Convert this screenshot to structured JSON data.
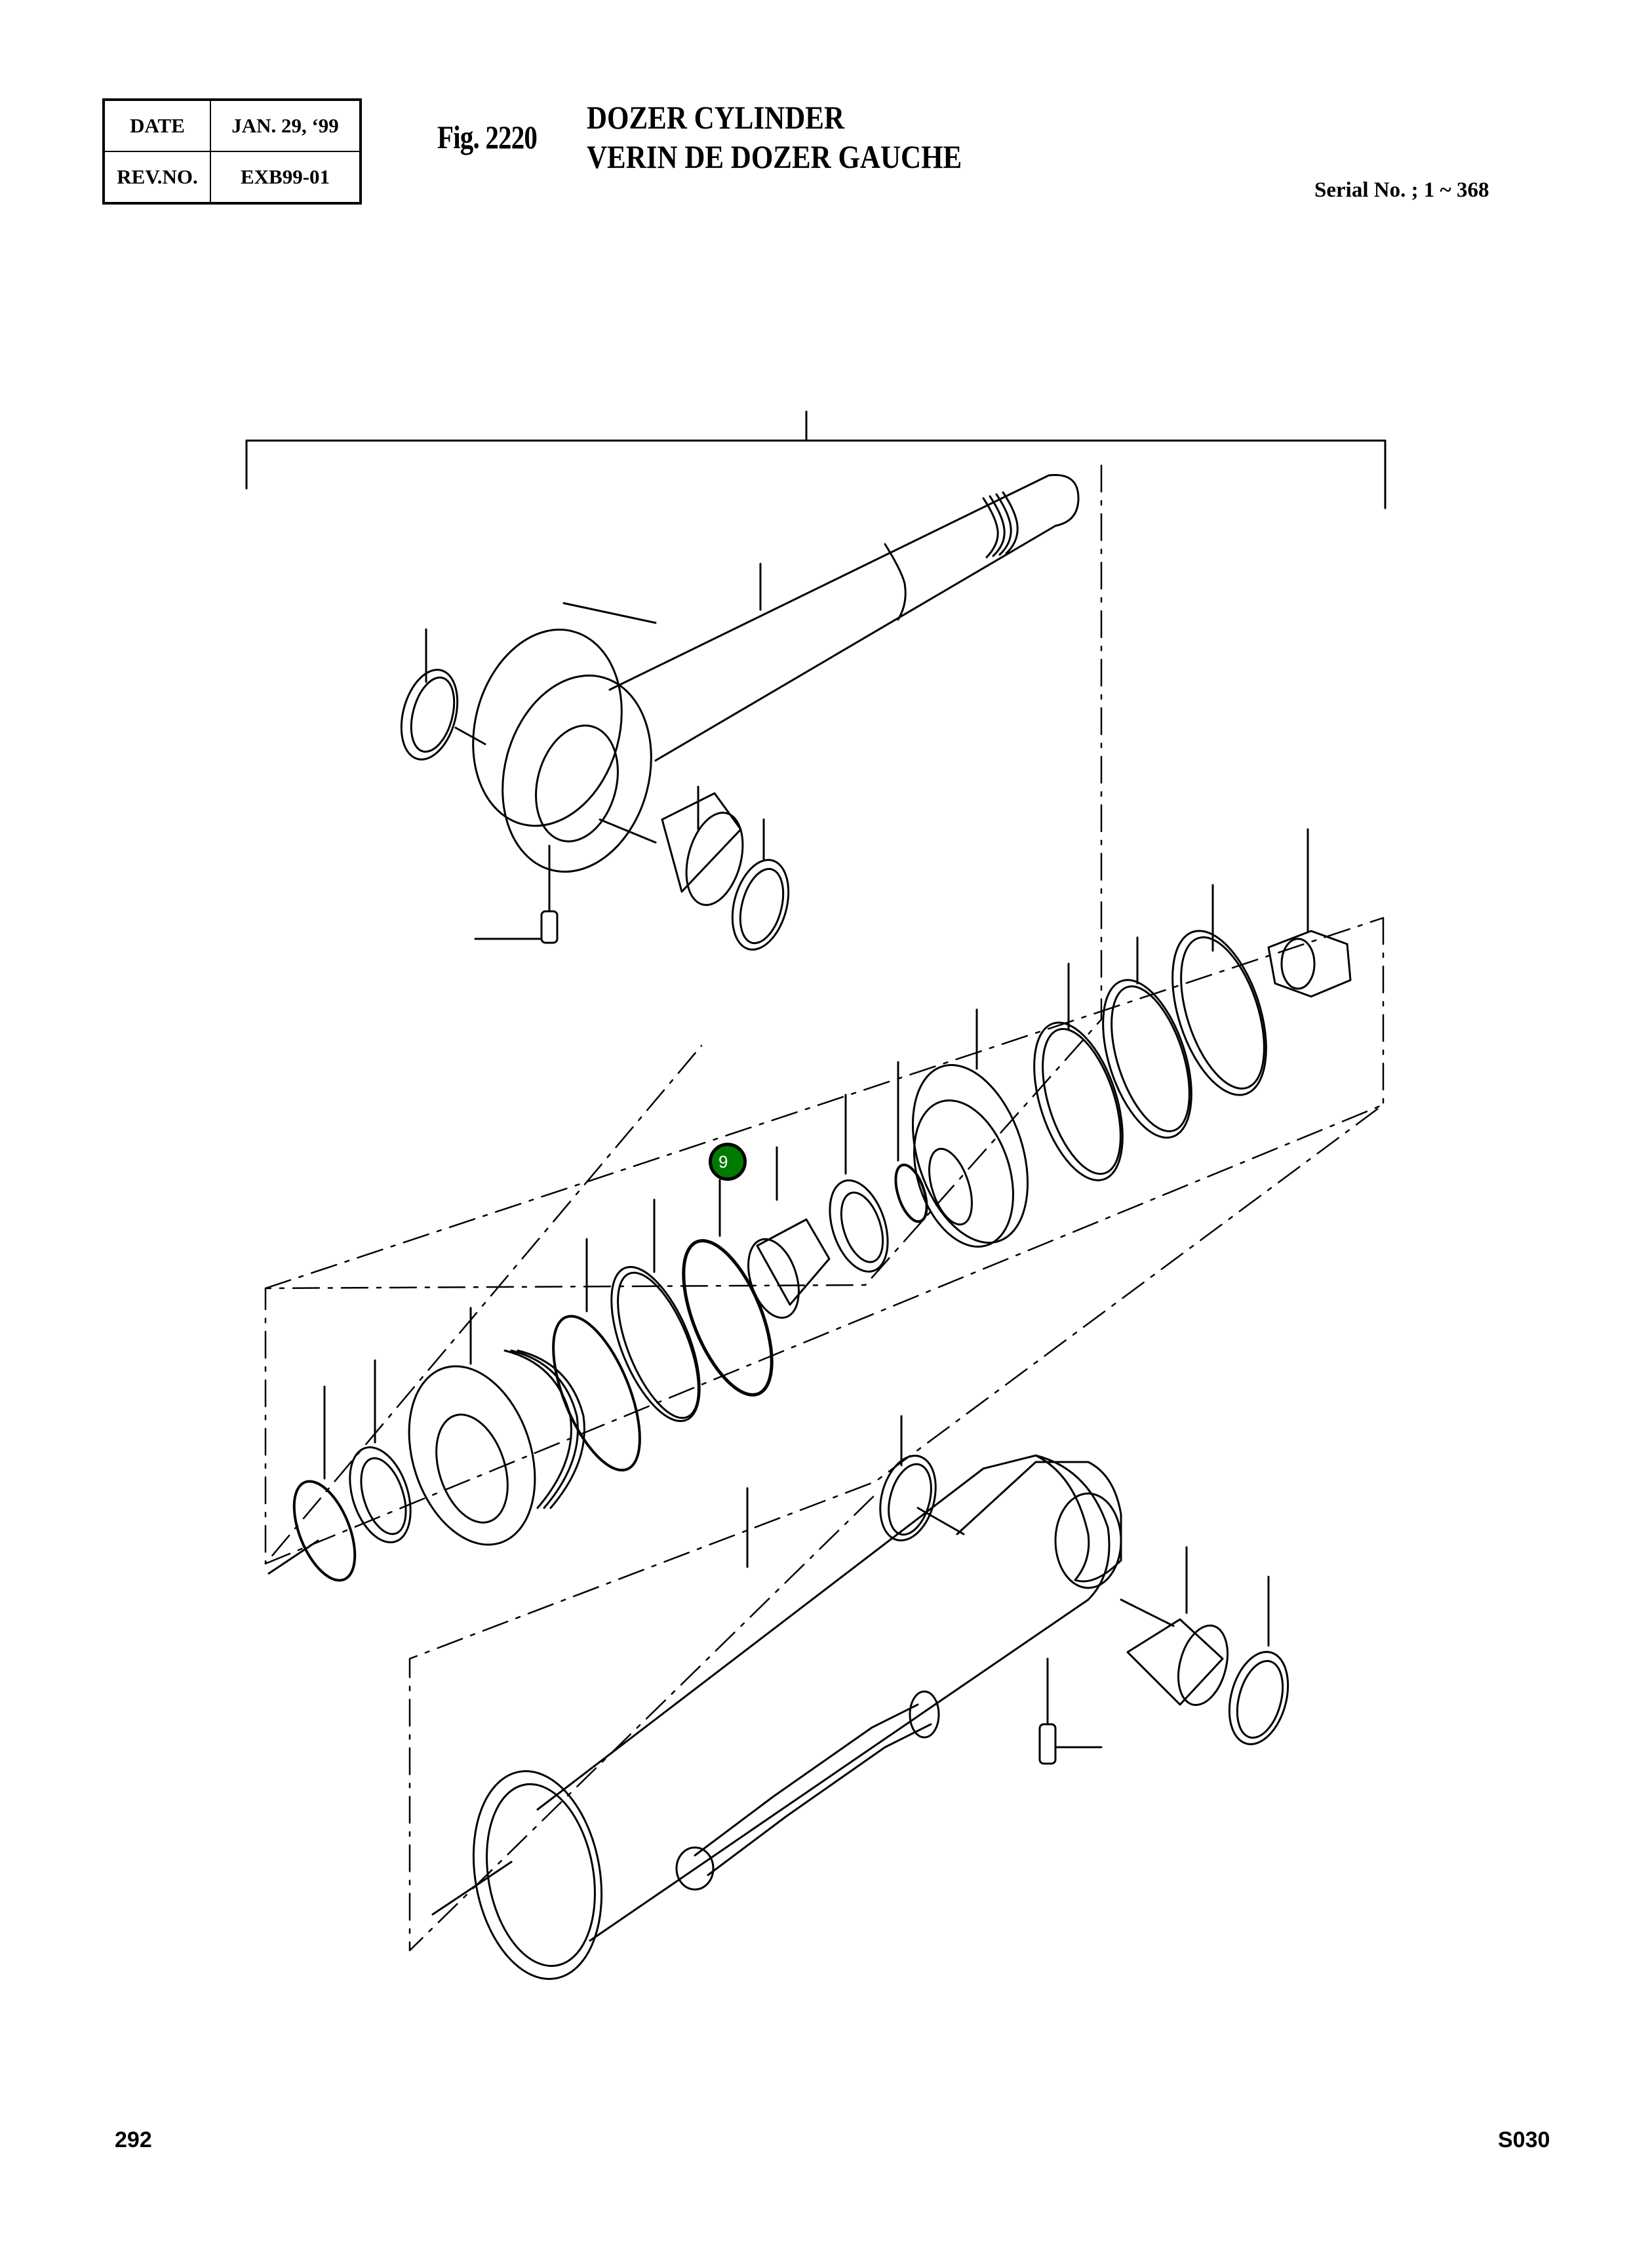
{
  "revision_block": {
    "date_label": "DATE",
    "date_value": "JAN. 29, ‘99",
    "rev_label": "REV.NO.",
    "rev_value": "EXB99-01"
  },
  "figure": {
    "number": "Fig. 2220",
    "title_en": "DOZER CYLINDER",
    "title_fr": "VERIN DE DOZER GAUCHE"
  },
  "serial": "Serial No. ; 1 ~ 368",
  "diagram": {
    "assemblies": [
      "piston-rod-assembly",
      "seal-and-piston-kit",
      "cylinder-tube-assembly"
    ],
    "parts": [
      "dust-seal-ring",
      "piston-rod",
      "rod-eye",
      "bushing",
      "grease-fitting",
      "snap-ring",
      "o-ring",
      "rod-cover",
      "backup-ring",
      "o-ring-large",
      "cushion-ring",
      "spacer",
      "piston",
      "wear-ring",
      "piston-seal",
      "lock-nut",
      "cylinder-tube",
      "pipe",
      "grease-fitting-tube"
    ],
    "callouts": [
      {
        "label": "9",
        "color": "#007a00"
      }
    ]
  },
  "footer": {
    "page_number": "292",
    "section_code": "S030"
  }
}
